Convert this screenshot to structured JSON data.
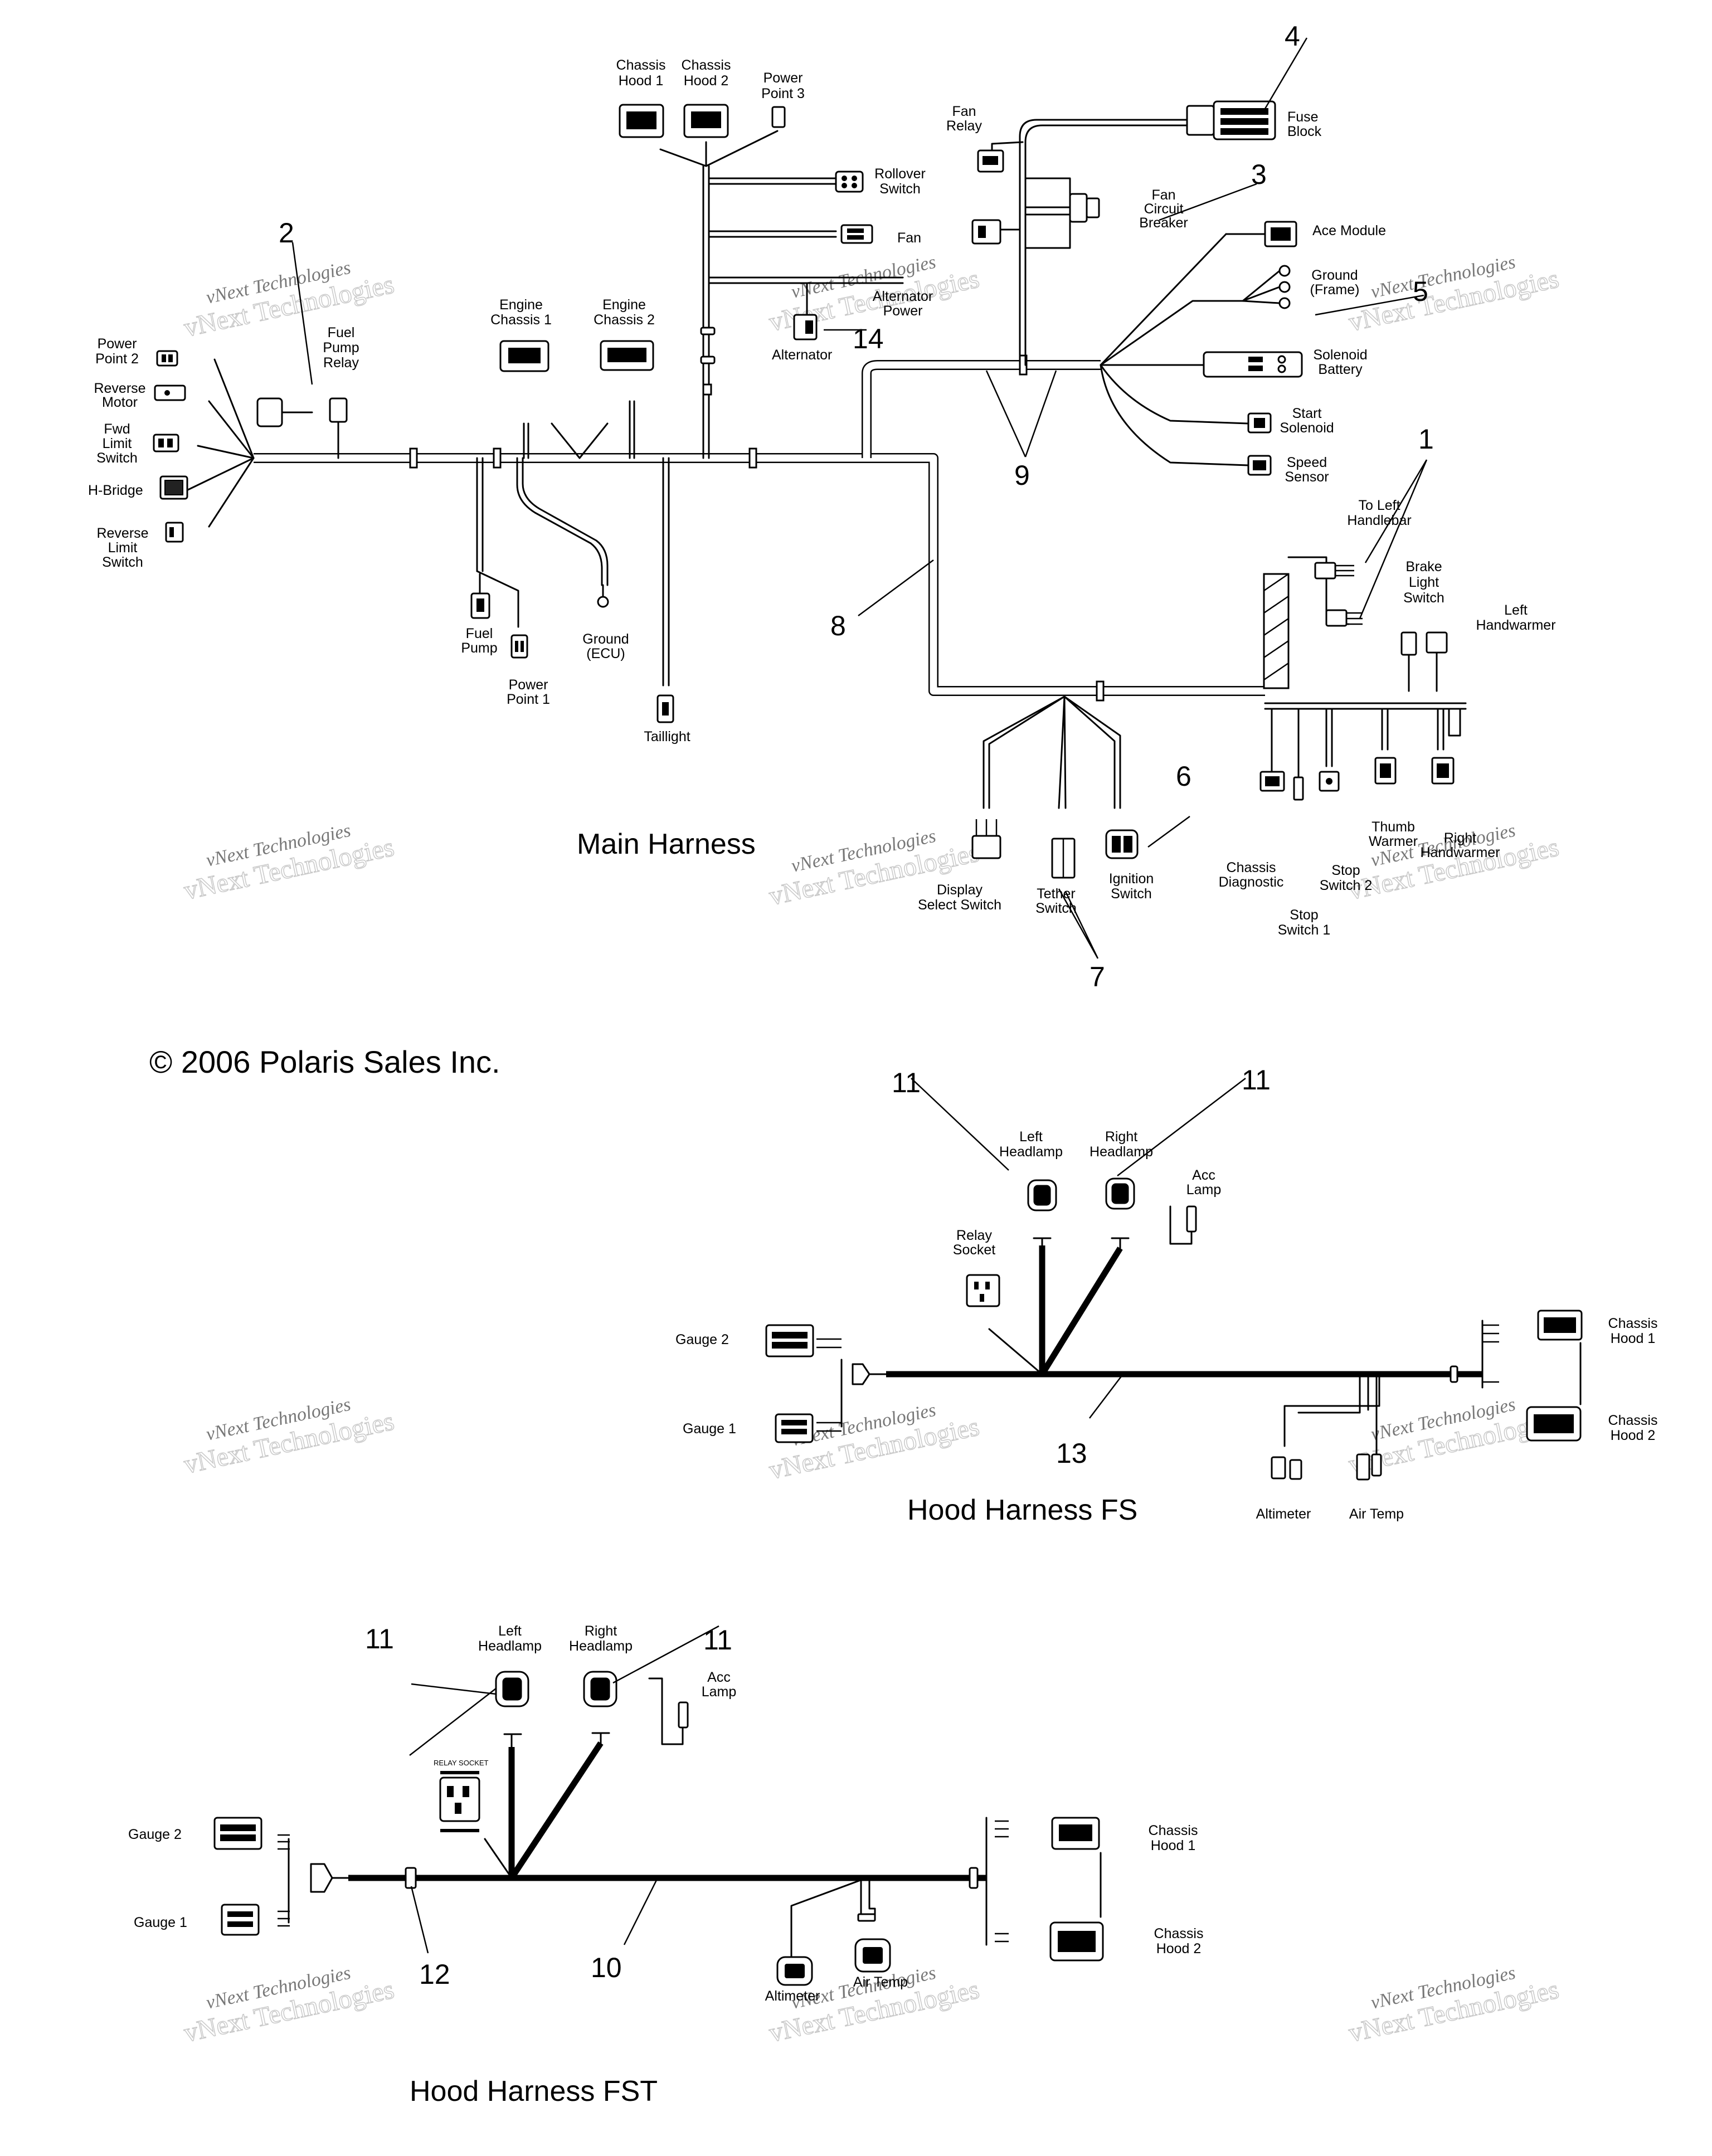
{
  "copyright": "© 2006 Polaris Sales Inc.",
  "watermark": {
    "line1": "vNext Technologies",
    "line2": "vNext Technologies"
  },
  "titles": {
    "main": "Main Harness",
    "hood_fs": "Hood Harness  FS",
    "hood_fst": "Hood Harness  FST"
  },
  "callouts": {
    "c1": "1",
    "c2": "2",
    "c3": "3",
    "c4": "4",
    "c5": "5",
    "c6": "6",
    "c7": "7",
    "c8": "8",
    "c9": "9",
    "c10": "10",
    "c11a": "11",
    "c11b": "11",
    "c11c": "11",
    "c11d": "11",
    "c12": "12",
    "c13": "13",
    "c14": "14"
  },
  "main": {
    "chassis_hood_1": [
      "Chassis",
      "Hood 1"
    ],
    "chassis_hood_2": [
      "Chassis",
      "Hood 2"
    ],
    "power_point_3": [
      "Power",
      "Point 3"
    ],
    "rollover_switch": [
      "Rollover",
      "Switch"
    ],
    "fan": "Fan",
    "alternator_power": [
      "Alternator",
      "Power"
    ],
    "alternator": "Alternator",
    "fan_relay": [
      "Fan",
      "Relay"
    ],
    "fuse_block": [
      "Fuse",
      "Block"
    ],
    "fan_circuit_breaker": [
      "Fan",
      "Circuit",
      "Breaker"
    ],
    "ace_module": "Ace Module",
    "ground_frame": [
      "Ground",
      "(Frame)"
    ],
    "solenoid_battery": [
      "Solenoid",
      "Battery"
    ],
    "start_solenoid": [
      "Start",
      "Solenoid"
    ],
    "speed_sensor": [
      "Speed",
      "Sensor"
    ],
    "to_left_handlebar": [
      "To Left",
      "Handlebar"
    ],
    "brake_light_switch": [
      "Brake",
      "Light",
      "Switch"
    ],
    "left_handwarmer": [
      "Left",
      "Handwarmer"
    ],
    "fuel_pump_relay": [
      "Fuel",
      "Pump",
      "Relay"
    ],
    "power_point_2": [
      "Power",
      "Point 2"
    ],
    "reverse_motor": [
      "Reverse",
      "Motor"
    ],
    "fwd_limit_switch": [
      "Fwd",
      "Limit",
      "Switch"
    ],
    "h_bridge": "H-Bridge",
    "reverse_limit_switch": [
      "Reverse",
      "Limit",
      "Switch"
    ],
    "engine_chassis_1": [
      "Engine",
      "Chassis 1"
    ],
    "engine_chassis_2": [
      "Engine",
      "Chassis 2"
    ],
    "fuel_pump": [
      "Fuel",
      "Pump"
    ],
    "power_point_1": [
      "Power",
      "Point 1"
    ],
    "ground_ecu": [
      "Ground",
      "(ECU)"
    ],
    "taillight": "Taillight",
    "display_select_switch": [
      "Display",
      "Select Switch"
    ],
    "tether_switch": [
      "Tether",
      "Switch"
    ],
    "ignition_switch": [
      "Ignition",
      "Switch"
    ],
    "chassis_diagnostic": [
      "Chassis",
      "Diagnostic"
    ],
    "stop_switch_1": [
      "Stop",
      "Switch 1"
    ],
    "stop_switch_2": [
      "Stop",
      "Switch 2"
    ],
    "thumb_warmer": [
      "Thumb",
      "Warmer"
    ],
    "right_handwarmer": [
      "Right",
      "Handwarmer"
    ]
  },
  "hood_fs": {
    "left_headlamp": [
      "Left",
      "Headlamp"
    ],
    "right_headlamp": [
      "Right",
      "Headlamp"
    ],
    "acc_lamp": [
      "Acc",
      "Lamp"
    ],
    "relay_socket": [
      "Relay",
      "Socket"
    ],
    "gauge_2": "Gauge 2",
    "gauge_1": "Gauge 1",
    "chassis_hood_1": [
      "Chassis",
      "Hood 1"
    ],
    "chassis_hood_2": [
      "Chassis",
      "Hood 2"
    ],
    "altimeter": "Altimeter",
    "air_temp": "Air Temp"
  },
  "hood_fst": {
    "left_headlamp": [
      "Left",
      "Headlamp"
    ],
    "right_headlamp": [
      "Right",
      "Headlamp"
    ],
    "acc_lamp": [
      "Acc",
      "Lamp"
    ],
    "relay_socket_plate": "RELAY SOCKET",
    "gauge_2": "Gauge 2",
    "gauge_1": "Gauge 1",
    "chassis_hood_1": [
      "Chassis",
      "Hood 1"
    ],
    "chassis_hood_2": [
      "Chassis",
      "Hood 2"
    ],
    "altimeter": "Altimeter",
    "air_temp": "Air Temp"
  }
}
